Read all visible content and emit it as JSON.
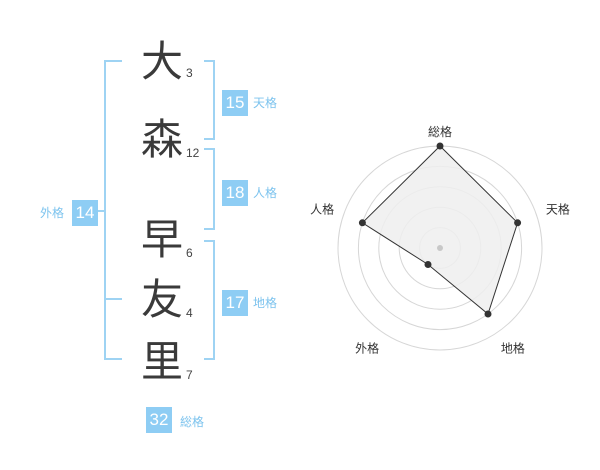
{
  "name": {
    "chars": [
      {
        "char": "大",
        "strokes": "3"
      },
      {
        "char": "森",
        "strokes": "12"
      },
      {
        "char": "早",
        "strokes": "6"
      },
      {
        "char": "友",
        "strokes": "4"
      },
      {
        "char": "里",
        "strokes": "7"
      }
    ]
  },
  "scores": {
    "tenkaku": {
      "value": "15",
      "label": "天格"
    },
    "jinkaku": {
      "value": "18",
      "label": "人格"
    },
    "chikaku": {
      "value": "17",
      "label": "地格"
    },
    "gaikaku": {
      "value": "14",
      "label": "外格"
    },
    "soukaku": {
      "value": "32",
      "label": "総格"
    }
  },
  "chart_data": {
    "type": "radar",
    "axes": [
      "総格",
      "天格",
      "地格",
      "外格",
      "人格"
    ],
    "values": [
      5,
      4,
      4,
      1,
      4
    ],
    "max": 5,
    "rings": 5,
    "colors": {
      "fill": "#efefef",
      "stroke": "#333333",
      "ring": "#d6d6d6",
      "point": "#333333",
      "center": "#c8c8c8"
    }
  },
  "colors": {
    "accent": "#8ecdf4",
    "bracket": "#9ed3f3",
    "caption": "#7cc3ee"
  }
}
